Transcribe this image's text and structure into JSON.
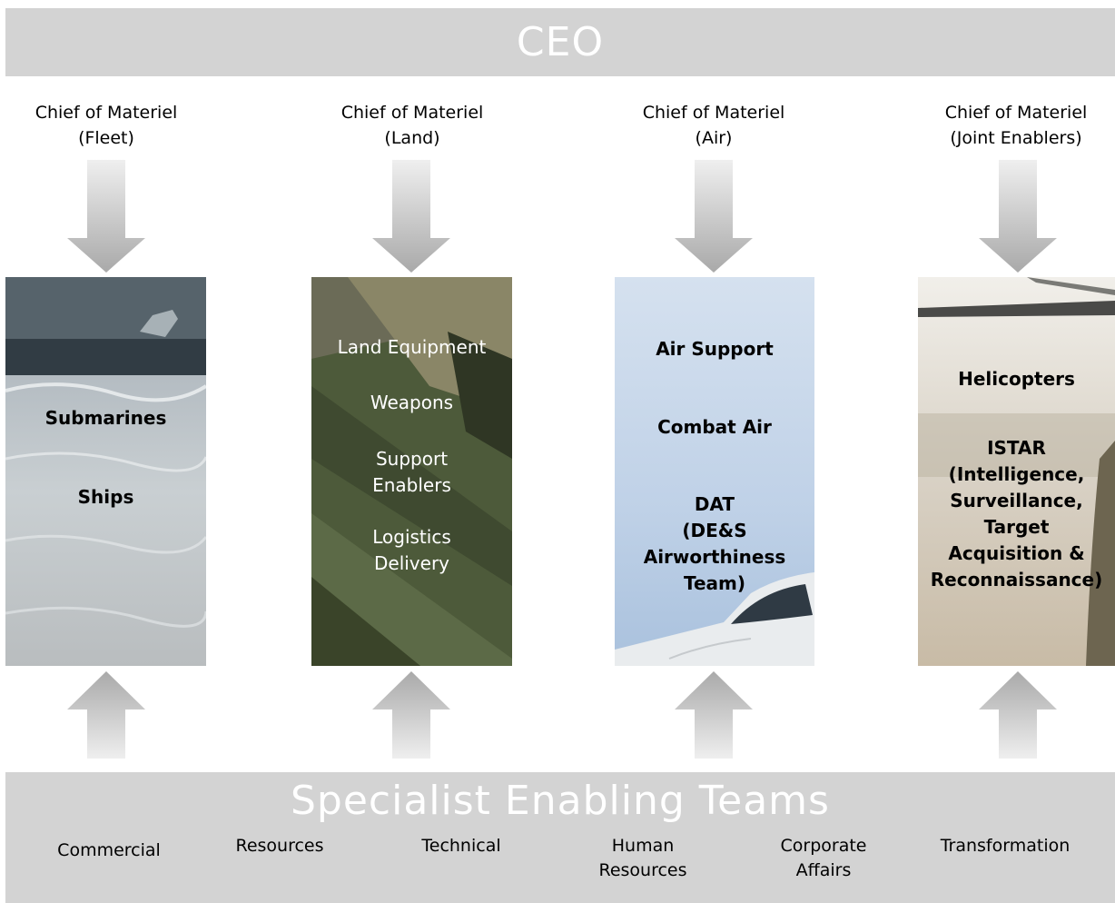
{
  "ceo": {
    "title": "CEO"
  },
  "chiefs": [
    {
      "label": "Chief of Materiel\n(Fleet)"
    },
    {
      "label": "Chief of Materiel\n(Land)"
    },
    {
      "label": "Chief of Materiel\n(Air)"
    },
    {
      "label": "Chief of Materiel\n(Joint Enablers)"
    }
  ],
  "panels": [
    {
      "theme": "sea",
      "items": [
        "Submarines",
        "Ships"
      ]
    },
    {
      "theme": "camouflage",
      "items": [
        "Land Equipment",
        "Weapons",
        "Support\nEnablers",
        "Logistics\nDelivery"
      ]
    },
    {
      "theme": "sky",
      "items": [
        "Air Support",
        "Combat Air",
        "DAT\n(DE&S\nAirworthiness\nTeam)"
      ]
    },
    {
      "theme": "helicopter",
      "items": [
        "Helicopters",
        "ISTAR\n(Intelligence,\nSurveillance,\nTarget\nAcquisition &\nReconnaissance)"
      ]
    }
  ],
  "specialist": {
    "title": "Specialist Enabling Teams",
    "teams": [
      "Commercial",
      "Resources",
      "Technical",
      "Human\nResources",
      "Corporate\nAffairs",
      "Transformation"
    ]
  },
  "colors": {
    "bar": "#d3d3d3",
    "arrow_light": "#ececec",
    "arrow_dark": "#a8a8a8"
  }
}
